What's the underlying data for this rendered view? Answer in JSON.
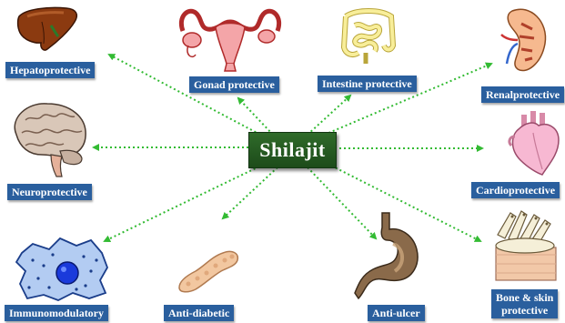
{
  "center": {
    "label": "Shilajit"
  },
  "labels": {
    "hepatoprotective": "Hepatoprotective",
    "gonad": "Gonad protective",
    "intestine": "Intestine protective",
    "renal": "Renalprotective",
    "neuro": "Neuroprotective",
    "cardio": "Cardioprotective",
    "immuno": "Immunomodulatory",
    "antidiabetic": "Anti-diabetic",
    "antiulcer": "Anti-ulcer",
    "bone_line1": "Bone & skin",
    "bone_line2": "protective"
  },
  "colors": {
    "arrow": "#33bb33",
    "label_bg": "#2a5f9e",
    "center_bg": "#2f6b2a"
  },
  "icons": [
    "liver-icon",
    "reproductive-organ-icon",
    "intestine-icon",
    "kidney-icon",
    "brain-icon",
    "heart-icon",
    "immune-cell-icon",
    "pancreas-icon",
    "stomach-icon",
    "bone-skin-icon"
  ]
}
